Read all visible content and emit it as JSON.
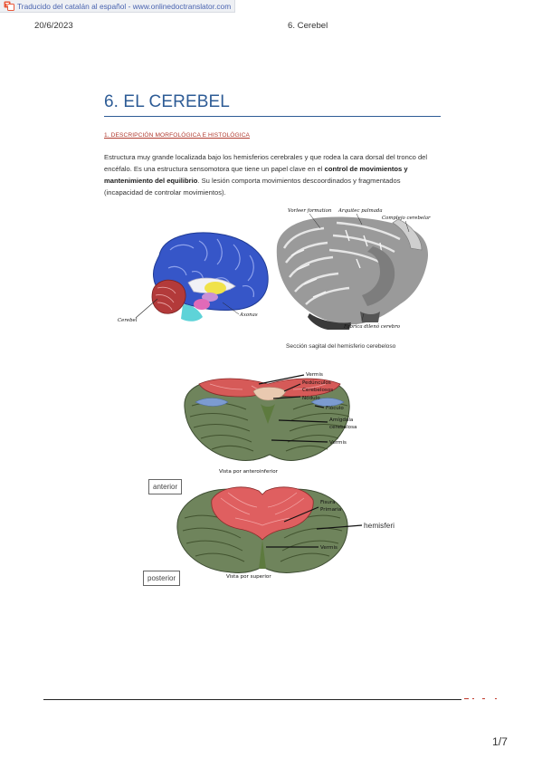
{
  "banner": {
    "text": "Traducido del catalán al español - www.onlinedoctranslator.com"
  },
  "header": {
    "date": "20/6/2023",
    "title": "6. Cerebel"
  },
  "document": {
    "title": "6. EL CEREBEL",
    "section": "1. DESCRIPCIÓN MORFOLÓGICA E HISTOLÓGICA",
    "paragraph": {
      "p1": "Estructura muy grande localizada bajo los hemisferios cerebrales y que rodea la cara dorsal del tronco del encéfalo. Es una estructura sensomotora que tiene un papel clave en el ",
      "b1": "control de movimientos y mantenimiento del equilibrio",
      "p2": ". Su lesión comporta movimientos descoordinados y fragmentados (incapacidad de controlar movimientos)."
    }
  },
  "figure1": {
    "brain_label": "Cerebel",
    "brain_label2": "Axonas",
    "section_labels": [
      "Vorleer formation",
      "Arquitec palmada",
      "Complejo cerebelar",
      "Fabrica dilenó cerebro"
    ],
    "caption": "Sección sagital del hemisferio cerebeloso"
  },
  "figure2": {
    "top_labels": [
      "Vermis",
      "Pedúnculos",
      "Cerebelosos",
      "Nódulo",
      "Flóculo",
      "Amígdala",
      "cerebelosa",
      "Vermis"
    ],
    "top_caption": "Vista por anteroinferior",
    "box_anterior": "anterior",
    "bottom_labels": [
      "Fisura",
      "Primaria",
      "Vermis"
    ],
    "bottom_right_label": "hemisferi",
    "bottom_caption": "Vista por superior",
    "box_posterior": "posterior"
  },
  "footer": {
    "page": "1/7"
  },
  "colors": {
    "title_blue": "#2e5c96",
    "section_red": "#b03a2e",
    "link_blue": "#4a64b0",
    "cerebellum_green": "#6f845c",
    "vermis_red": "#d65a58",
    "brain_blue": "#3656c8"
  }
}
